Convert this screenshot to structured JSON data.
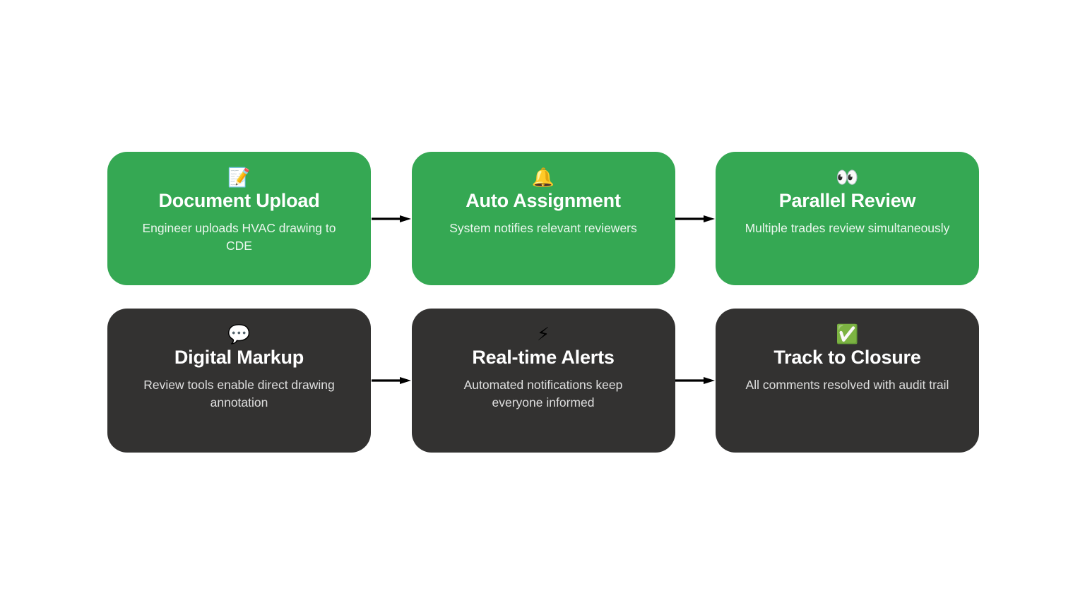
{
  "diagram": {
    "type": "process-flow",
    "background_color": "#ffffff",
    "rows": [
      {
        "row_name": "top-row",
        "card_color": "#35a853",
        "card_style": "green",
        "cards": [
          {
            "icon": "memo-icon",
            "icon_glyph": "📝",
            "title": "Document Upload",
            "description": "Engineer uploads HVAC drawing to CDE"
          },
          {
            "icon": "bell-icon",
            "icon_glyph": "🔔",
            "title": "Auto Assignment",
            "description": "System notifies relevant reviewers"
          },
          {
            "icon": "eyes-icon",
            "icon_glyph": "👀",
            "title": "Parallel Review",
            "description": "Multiple trades review simultaneously"
          }
        ],
        "connectors": [
          {
            "name": "arrow-right-icon",
            "color": "#000000"
          },
          {
            "name": "arrow-right-icon",
            "color": "#000000"
          }
        ]
      },
      {
        "row_name": "bottom-row",
        "card_color": "#333231",
        "card_style": "dark",
        "cards": [
          {
            "icon": "speech-balloon-icon",
            "icon_glyph": "💬",
            "title": "Digital Markup",
            "description": "Review tools enable direct drawing annotation"
          },
          {
            "icon": "high-voltage-icon",
            "icon_glyph": "⚡",
            "title": "Real-time Alerts",
            "description": "Automated notifications keep everyone informed"
          },
          {
            "icon": "check-mark-button-icon",
            "icon_glyph": "✅",
            "title": "Track to Closure",
            "description": "All comments resolved with audit trail"
          }
        ],
        "connectors": [
          {
            "name": "arrow-right-icon",
            "color": "#000000"
          },
          {
            "name": "arrow-right-icon",
            "color": "#000000"
          }
        ]
      }
    ]
  }
}
